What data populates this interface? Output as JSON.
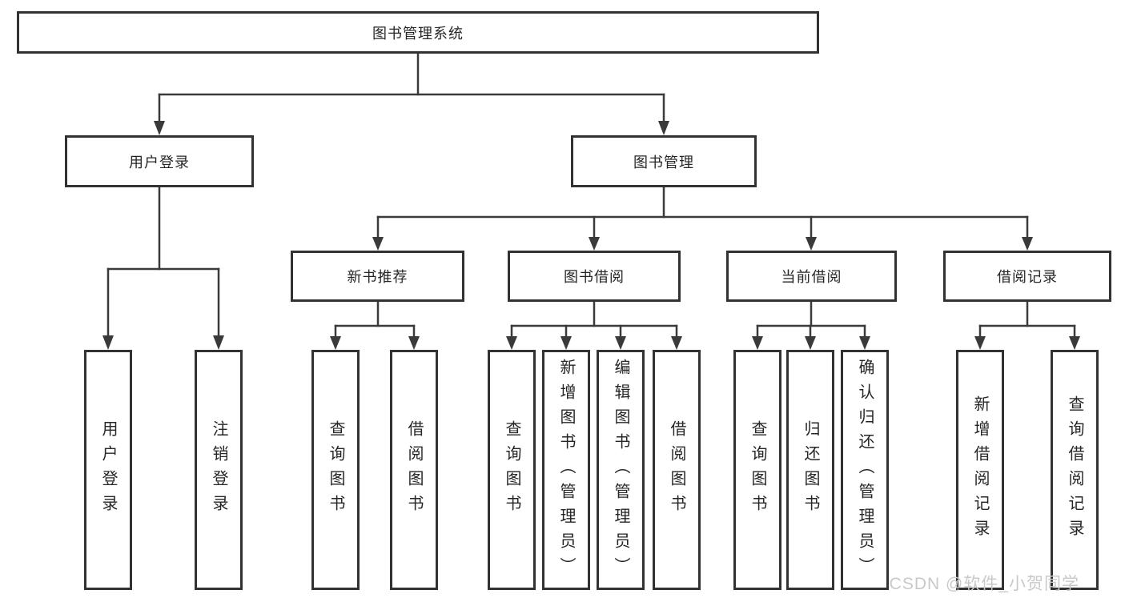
{
  "diagram": {
    "root": "图书管理系统",
    "branches": [
      {
        "label": "用户登录",
        "children": [
          "用户登录",
          "注销登录"
        ]
      },
      {
        "label": "图书管理",
        "sections": [
          {
            "label": "新书推荐",
            "children": [
              "查询图书",
              "借阅图书"
            ]
          },
          {
            "label": "图书借阅",
            "children": [
              "查询图书",
              "新增图书（管理员）",
              "编辑图书（管理员）",
              "借阅图书"
            ]
          },
          {
            "label": "当前借阅",
            "children": [
              "查询图书",
              "归还图书",
              "确认归还（管理员）"
            ]
          },
          {
            "label": "借阅记录",
            "children": [
              "新增借阅记录",
              "查询借阅记录"
            ]
          }
        ]
      }
    ]
  },
  "watermark": "CSDN @软件_小贺同学",
  "colors": {
    "line": "#3a3a3a",
    "border": "#323232",
    "text": "#262626",
    "watermark": "#c9c9c9",
    "background": "#ffffff"
  }
}
